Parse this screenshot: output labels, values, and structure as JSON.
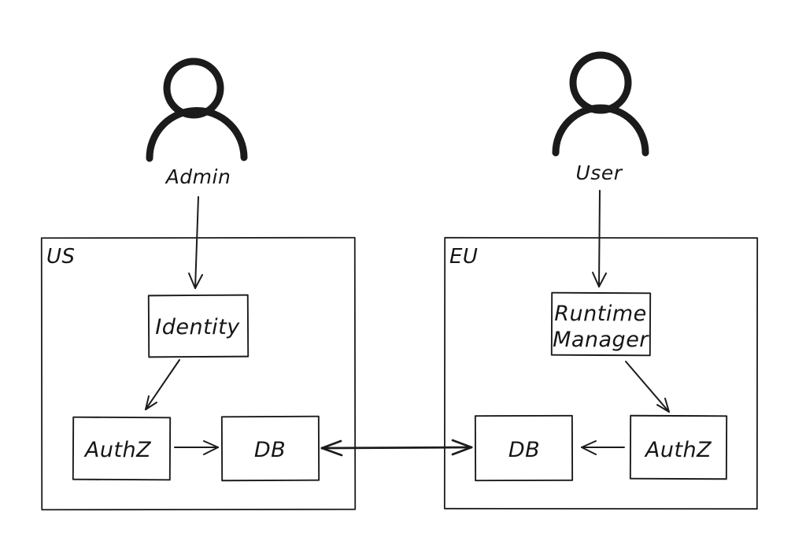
{
  "canvas": {
    "background": "#ffffff",
    "stroke_color": "#1b1b1b",
    "style": "hand-drawn whiteboard diagram"
  },
  "actors": {
    "admin": {
      "label": "Admin"
    },
    "user": {
      "label": "User"
    }
  },
  "regions": {
    "us": {
      "label": "US"
    },
    "eu": {
      "label": "EU"
    }
  },
  "nodes": {
    "us_identity": {
      "label": "Identity"
    },
    "us_authz": {
      "label": "AuthZ"
    },
    "us_db": {
      "label": "DB"
    },
    "eu_runtime_manager": {
      "label": "Runtime Manager",
      "line1": "Runtime",
      "line2": "Manager"
    },
    "eu_db": {
      "label": "DB"
    },
    "eu_authz": {
      "label": "AuthZ"
    }
  },
  "edges": [
    {
      "from": "Admin",
      "to": "Identity (US)",
      "style": "arrow"
    },
    {
      "from": "Identity (US)",
      "to": "AuthZ (US)",
      "style": "arrow"
    },
    {
      "from": "AuthZ (US)",
      "to": "DB (US)",
      "style": "arrow"
    },
    {
      "from": "DB (US)",
      "to": "DB (EU)",
      "style": "double-arrow"
    },
    {
      "from": "User",
      "to": "Runtime Manager (EU)",
      "style": "arrow"
    },
    {
      "from": "Runtime Manager (EU)",
      "to": "AuthZ (EU)",
      "style": "arrow"
    },
    {
      "from": "AuthZ (EU)",
      "to": "DB (EU)",
      "style": "arrow"
    }
  ]
}
